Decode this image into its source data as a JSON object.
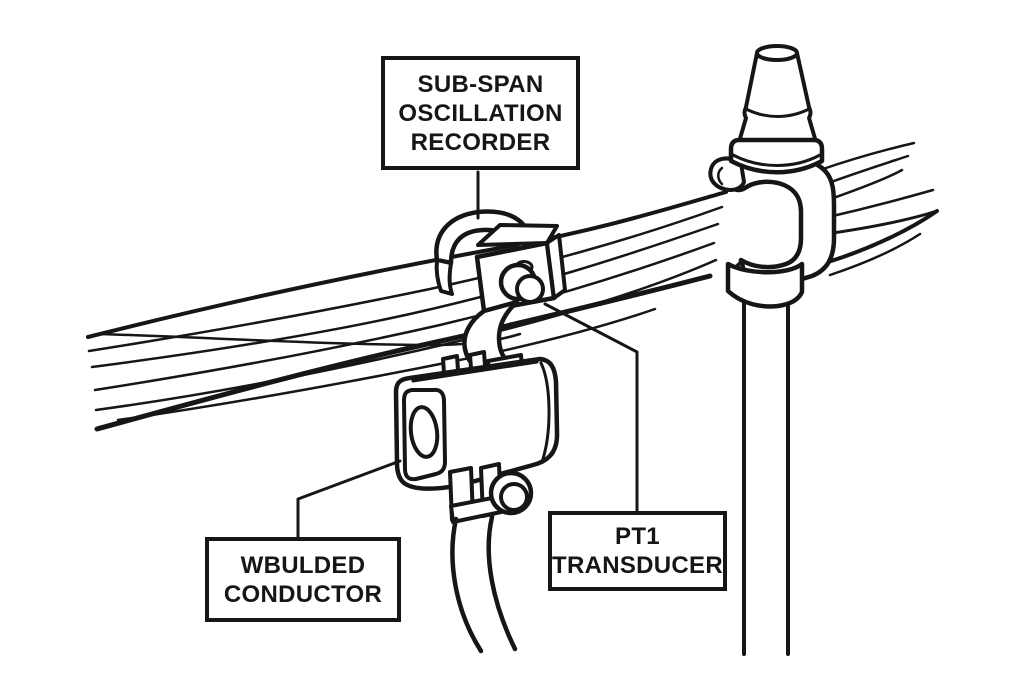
{
  "colors": {
    "ink": "#161616",
    "background": "#ffffff"
  },
  "labels": {
    "recorder": {
      "lines": [
        "SUB-SPAN",
        "OSCILLATION",
        "RECORDER"
      ]
    },
    "conductor": {
      "lines": [
        "WBULDED",
        "CONDUCTOR"
      ]
    },
    "transducer": {
      "lines": [
        "PT1",
        "TRANSDUCER"
      ]
    }
  }
}
